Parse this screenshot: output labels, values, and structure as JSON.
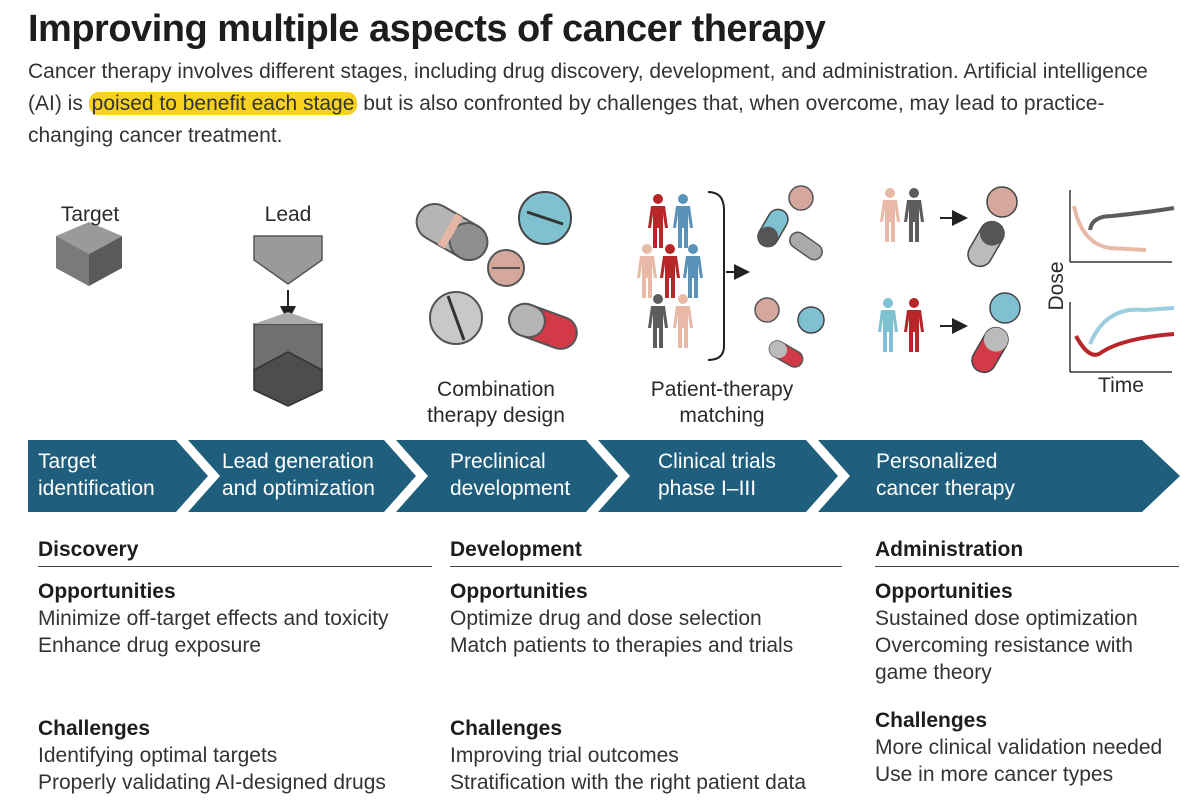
{
  "title": "Improving multiple aspects of cancer therapy",
  "intro": {
    "before": "Cancer therapy involves different stages, including drug discovery, development, and administration. Artificial intelligence (AI) is ",
    "highlight": "poised to benefit each stage",
    "after": " but is also confronted by challenges that, when overcome, may lead to practice-changing cancer treatment."
  },
  "illustration_labels": {
    "target": "Target",
    "lead": "Lead",
    "combination": "Combination therapy design",
    "matching": "Patient-therapy matching",
    "dose_axis": "Dose",
    "time_axis": "Time"
  },
  "stages": [
    {
      "line1": "Target",
      "line2": "identification"
    },
    {
      "line1": "Lead generation",
      "line2": "and optimization"
    },
    {
      "line1": "Preclinical",
      "line2": "development"
    },
    {
      "line1": "Clinical trials",
      "line2": "phase I–III"
    },
    {
      "line1": "Personalized",
      "line2": "cancer therapy"
    }
  ],
  "columns": [
    {
      "heading": "Discovery",
      "opportunities_label": "Opportunities",
      "opportunities": [
        "Minimize off-target effects and toxicity",
        "Enhance drug exposure"
      ],
      "challenges_label": "Challenges",
      "challenges": [
        "Identifying optimal targets",
        "Properly validating AI-designed drugs"
      ]
    },
    {
      "heading": "Development",
      "opportunities_label": "Opportunities",
      "opportunities": [
        "Optimize drug and dose selection",
        "Match patients to therapies and trials"
      ],
      "challenges_label": "Challenges",
      "challenges": [
        "Improving trial outcomes",
        "Stratification with the right patient data"
      ]
    },
    {
      "heading": "Administration",
      "opportunities_label": "Opportunities",
      "opportunities": [
        "Sustained dose optimization",
        "Overcoming resistance with game theory"
      ],
      "challenges_label": "Challenges",
      "challenges": [
        "More clinical validation needed",
        "Use in more cancer types"
      ]
    }
  ],
  "colors": {
    "banner": "#1f5f7d",
    "highlight": "#f7d21c",
    "pill_red": "#d23a48",
    "pill_blue": "#7fc1d0",
    "pill_pink": "#d5a79d",
    "person_red": "#b8262a",
    "person_blue": "#5a92b8",
    "person_gray": "#5c5c5c",
    "person_pink": "#e7b9a6"
  }
}
